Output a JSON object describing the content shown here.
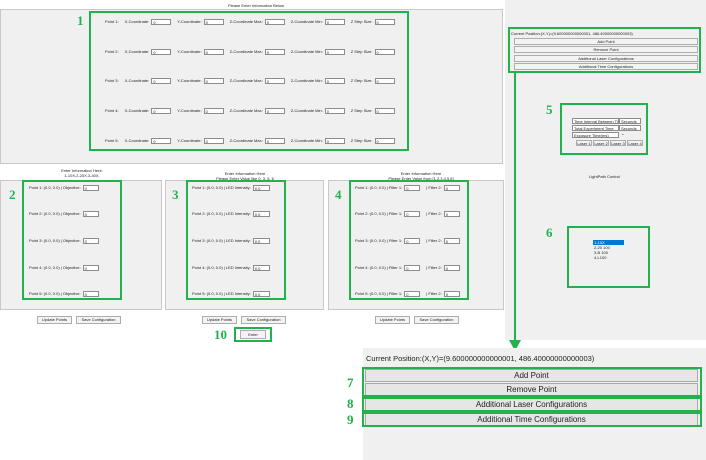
{
  "top_caption": "Please Enter Information Below",
  "point_rows": [
    {
      "label": "Point 1:",
      "x_label": "X-Coordinate:",
      "x": "0",
      "y_label": "Y-Coordinate:",
      "y": "0",
      "zmax_label": "Z-Coordinate Max:",
      "zmax": "0",
      "zmin_label": "Z-Coordinate Min:",
      "zmin": "0",
      "zstep_label": "Z Step Size:",
      "zstep": "0"
    },
    {
      "label": "Point 2:",
      "x_label": "X-Coordinate:",
      "x": "0",
      "y_label": "Y-Coordinate:",
      "y": "0",
      "zmax_label": "Z-Coordinate Max:",
      "zmax": "0",
      "zmin_label": "Z-Coordinate Min:",
      "zmin": "0",
      "zstep_label": "Z Step Size:",
      "zstep": "0"
    },
    {
      "label": "Point 3:",
      "x_label": "X-Coordinate:",
      "x": "0",
      "y_label": "Y-Coordinate:",
      "y": "0",
      "zmax_label": "Z-Coordinate Max:",
      "zmax": "0",
      "zmin_label": "Z-Coordinate Min:",
      "zmin": "0",
      "zstep_label": "Z Step Size:",
      "zstep": "0"
    },
    {
      "label": "Point 4:",
      "x_label": "X-Coordinate:",
      "x": "0",
      "y_label": "Y-Coordinate:",
      "y": "0",
      "zmax_label": "Z-Coordinate Max:",
      "zmax": "0",
      "zmin_label": "Z-Coordinate Min:",
      "zmin": "0",
      "zstep_label": "Z Step Size:",
      "zstep": "0"
    },
    {
      "label": "Point 5:",
      "x_label": "X-Coordinate:",
      "x": "0",
      "y_label": "Y-Coordinate:",
      "y": "0",
      "zmax_label": "Z-Coordinate Max:",
      "zmax": "0",
      "zmin_label": "Z-Coordinate Min:",
      "zmin": "0",
      "zstep_label": "Z Step Size:",
      "zstep": "0"
    }
  ],
  "objective_panel": {
    "header1": "Enter Information Here:",
    "header2": "1-10X,2-20X,3-40X,",
    "rows": [
      {
        "label": "Point 1: (0.0, 0.0)",
        "field_label": "| Objective:",
        "value": "0"
      },
      {
        "label": "Point 2: (0.0, 0.0)",
        "field_label": "| Objective:",
        "value": "0"
      },
      {
        "label": "Point 3: (0.0, 0.0)",
        "field_label": "| Objective:",
        "value": "0"
      },
      {
        "label": "Point 4: (0.0, 0.0)",
        "field_label": "| Objective:",
        "value": "0"
      },
      {
        "label": "Point 5: (0.0, 0.0)",
        "field_label": "| Objective:",
        "value": "0"
      }
    ],
    "update_label": "Update Points",
    "save_label": "Save Configuration"
  },
  "led_panel": {
    "header1": "Enter Information Here",
    "header2": "Please Enter Value like 0, 3, 5, 6",
    "rows": [
      {
        "label": "Point 1: (0.0, 0.0)",
        "field_label": "| LED Intensity:",
        "value": "0.0"
      },
      {
        "label": "Point 2: (0.0, 0.0)",
        "field_label": "| LED Intensity:",
        "value": "0.0"
      },
      {
        "label": "Point 3: (0.0, 0.0)",
        "field_label": "| LED Intensity:",
        "value": "0.0"
      },
      {
        "label": "Point 4: (0.0, 0.0)",
        "field_label": "| LED Intensity:",
        "value": "0.0"
      },
      {
        "label": "Point 5: (0.0, 0.0)",
        "field_label": "| LED Intensity:",
        "value": "0.0"
      }
    ],
    "update_label": "Update Points",
    "save_label": "Save Configuration"
  },
  "filter_panel": {
    "header1": "Enter Information Here",
    "header2": "Please Enter Value from [1,2,3,4,5,6]",
    "rows": [
      {
        "label": "Point 1: (0.0, 0.0)",
        "f1_label": "| Filter 1:",
        "f1": "0",
        "f2_label": "| Filter 2:",
        "f2": "0"
      },
      {
        "label": "Point 2: (0.0, 0.0)",
        "f1_label": "| Filter 1:",
        "f1": "0",
        "f2_label": "| Filter 2:",
        "f2": "0"
      },
      {
        "label": "Point 3: (0.0, 0.0)",
        "f1_label": "| Filter 1:",
        "f1": "0",
        "f2_label": "| Filter 2:",
        "f2": "0"
      },
      {
        "label": "Point 4: (0.0, 0.0)",
        "f1_label": "| Filter 1:",
        "f1": "0",
        "f2_label": "| Filter 2:",
        "f2": "0"
      },
      {
        "label": "Point 5: (0.0, 0.0)",
        "f1_label": "| Filter 1:",
        "f1": "0",
        "f2_label": "| Filter 2:",
        "f2": "0"
      }
    ],
    "update_label": "Update Points",
    "save_label": "Save Configuration"
  },
  "enter_label": "Enter",
  "side_panel": {
    "position": "Current Position:(X,Y)=(9.600000000000001, 486.40000000000003)",
    "add_point": "Add Point",
    "remove_point": "Remove Point",
    "laser_config": "Additional Laser Configurations",
    "time_config": "Additional Time Configurations",
    "time_interval_label": "Time Interval Between Ti",
    "time_interval_unit": "Seconds",
    "total_time_label": "Total Experiment Time",
    "total_time_unit": "Seconds",
    "exposure_label": "Exposure Time(ms)",
    "lasers": [
      "Laser 1",
      "Laser 2",
      "Laser 3",
      "Laser 4"
    ],
    "lightpath_label": "LightPath Control",
    "list_items": [
      "1-10X",
      "2-20 100",
      "3-B 100",
      "4-L100"
    ],
    "list_selected": 0
  },
  "zoom": {
    "position": "Current Position:(X,Y)=(9.600000000000001, 486.40000000000003)",
    "add_point": "Add Point",
    "remove_point": "Remove Point",
    "laser_config": "Additional Laser Configurations",
    "time_config": "Additional Time Configurations"
  },
  "annotations": [
    "1",
    "2",
    "3",
    "4",
    "5",
    "6",
    "7",
    "8",
    "9",
    "10"
  ],
  "accent_color": "#22b14c",
  "selection_color": "#0078d7"
}
